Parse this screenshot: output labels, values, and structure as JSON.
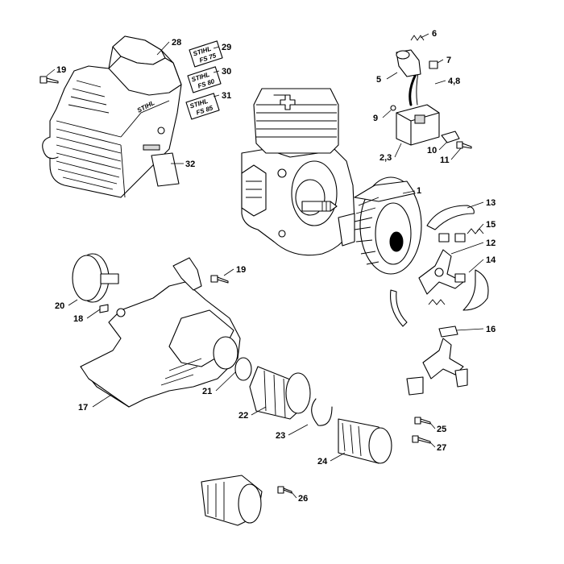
{
  "callouts": {
    "c1": "1",
    "c2_3": "2,3",
    "c4_8": "4,8",
    "c5": "5",
    "c6": "6",
    "c7": "7",
    "c9": "9",
    "c10": "10",
    "c11": "11",
    "c12": "12",
    "c13": "13",
    "c14": "14",
    "c15": "15",
    "c16": "16",
    "c17": "17",
    "c18": "18",
    "c19a": "19",
    "c19b": "19",
    "c20": "20",
    "c21": "21",
    "c22": "22",
    "c23": "23",
    "c24": "24",
    "c25": "25",
    "c26": "26",
    "c27": "27",
    "c28": "28",
    "c29": "29",
    "c30": "30",
    "c31": "31",
    "c32": "32"
  },
  "decals": {
    "d29_brand": "STIHL",
    "d29_model": "FS 75",
    "d30_brand": "STIHL",
    "d30_model": "FS 80",
    "d31_brand": "STIHL",
    "d31_model": "FS 85"
  },
  "shroud_brand": "STIHL"
}
